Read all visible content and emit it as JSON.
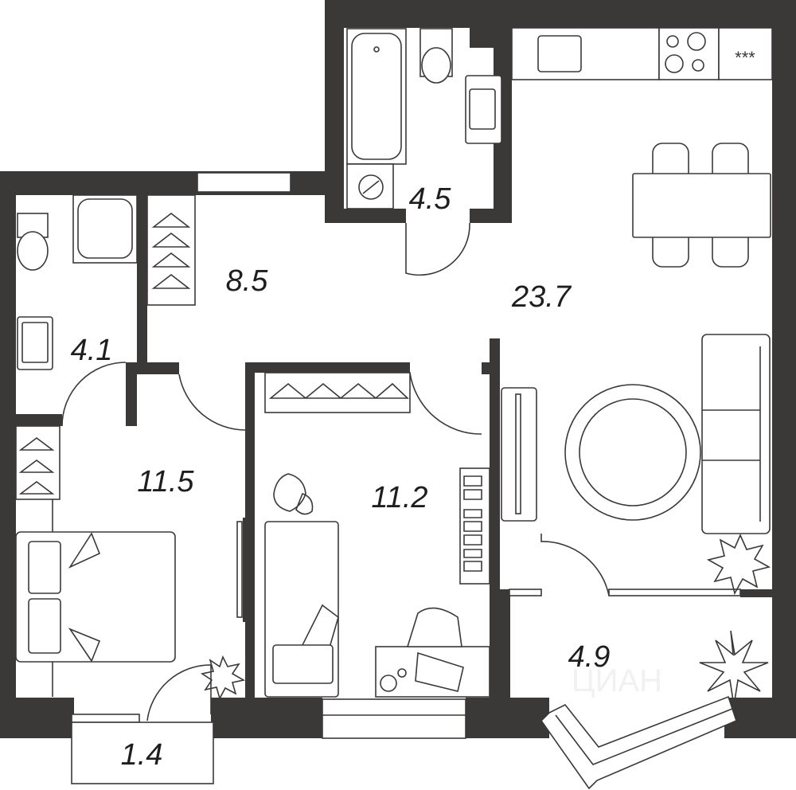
{
  "plan": {
    "colors": {
      "wall": "#3b3838",
      "background": "#ffffff"
    },
    "watermark": "ЦИАН",
    "rooms": [
      {
        "id": "bathroom",
        "area": "4.5"
      },
      {
        "id": "hallway",
        "area": "8.5"
      },
      {
        "id": "kitchen-living",
        "area": "23.7"
      },
      {
        "id": "wc",
        "area": "4.1"
      },
      {
        "id": "bedroom",
        "area": "11.5"
      },
      {
        "id": "kids-room",
        "area": "11.2"
      },
      {
        "id": "loggia",
        "area": "4.9"
      },
      {
        "id": "balcony",
        "area": "1.4"
      }
    ],
    "fridge_symbol": "***"
  }
}
